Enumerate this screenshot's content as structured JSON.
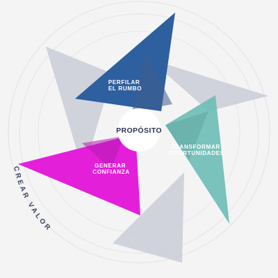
{
  "center": {
    "label": "PROPÓSITO",
    "color": "#2b3353"
  },
  "ring_label": {
    "text": "CREAR VALOR",
    "color": "#3c4464"
  },
  "blades": [
    {
      "id": "perfilar",
      "lines": [
        "PERFILAR",
        "EL RUMBO"
      ],
      "color": "#2e5f9e"
    },
    {
      "id": "transformar",
      "lines": [
        "TRANSFORMAR",
        "OPORTUNIDADES"
      ],
      "color": "#6fbdb6"
    },
    {
      "id": "generar",
      "lines": [
        "GENERAR",
        "CONFIANZA"
      ],
      "color": "#e41fd9"
    }
  ],
  "colors": {
    "background": "#f4f4f5",
    "grey_blade": "#c9cdd6",
    "ring": "#e2e3e6"
  }
}
